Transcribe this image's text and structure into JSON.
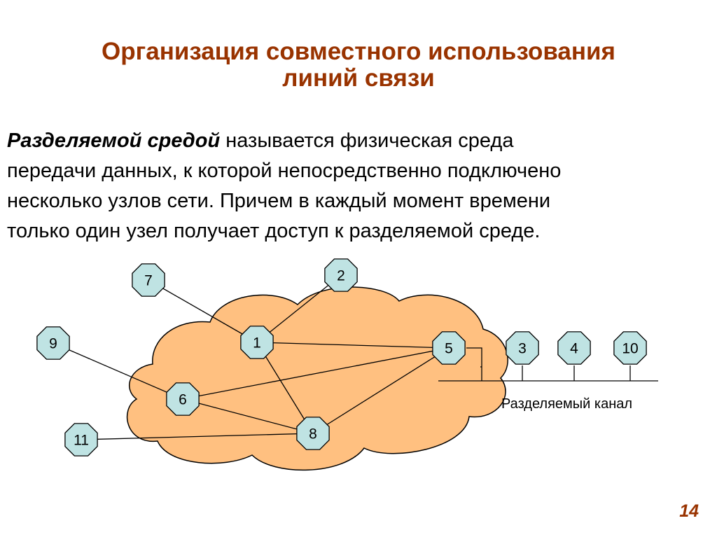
{
  "slide": {
    "title_line1": "Организация совместного использования",
    "title_line2": "линий связи",
    "paragraph": {
      "term": "Разделяемой средой",
      "line1_rest": " называется физическая среда",
      "line2": "передачи данных, к которой непосредственно подключено",
      "line3": "несколько узлов сети. Причем в каждый момент времени",
      "line4": "только один узел получает доступ к разделяемой среде."
    },
    "page_number": "14"
  },
  "diagram": {
    "shared_channel_label": "Разделяемый канал",
    "colors": {
      "cloud_fill": "#FFC080",
      "node_fill": "#BFE3E3",
      "title": "#993300",
      "line": "#000000"
    },
    "nodes": [
      "7",
      "2",
      "9",
      "1",
      "5",
      "3",
      "4",
      "10",
      "6",
      "11",
      "8"
    ],
    "cloud_nodes": [
      "1",
      "5",
      "6",
      "8"
    ],
    "external_nodes": [
      "7",
      "2",
      "9",
      "11"
    ],
    "channel_nodes": [
      "5",
      "3",
      "4",
      "10"
    ],
    "links": [
      [
        "7",
        "1"
      ],
      [
        "2",
        "1"
      ],
      [
        "1",
        "5"
      ],
      [
        "1",
        "8"
      ],
      [
        "9",
        "6"
      ],
      [
        "6",
        "5"
      ],
      [
        "6",
        "8"
      ],
      [
        "5",
        "8"
      ],
      [
        "11",
        "8"
      ]
    ]
  }
}
